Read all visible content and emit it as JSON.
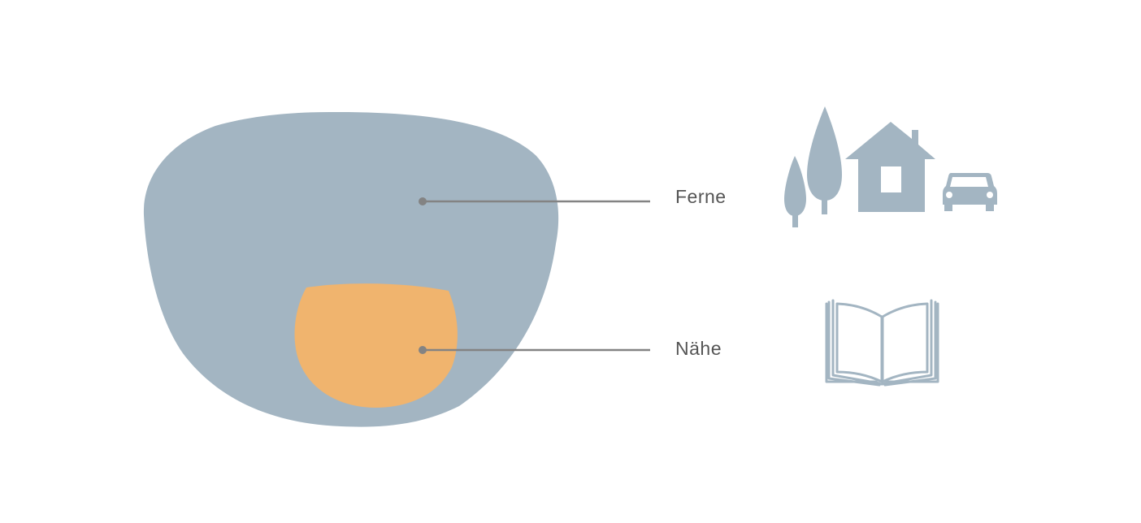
{
  "colors": {
    "background": "#ffffff",
    "lens": "#a3b5c2",
    "near_zone": "#f0b46e",
    "leader_line": "#838383",
    "label_text": "#555555",
    "icon": "#a3b5c2"
  },
  "zones": [
    {
      "id": "distance",
      "label": "Ferne",
      "icon": "landscape-icon"
    },
    {
      "id": "near",
      "label": "Nähe",
      "icon": "book-icon"
    }
  ]
}
